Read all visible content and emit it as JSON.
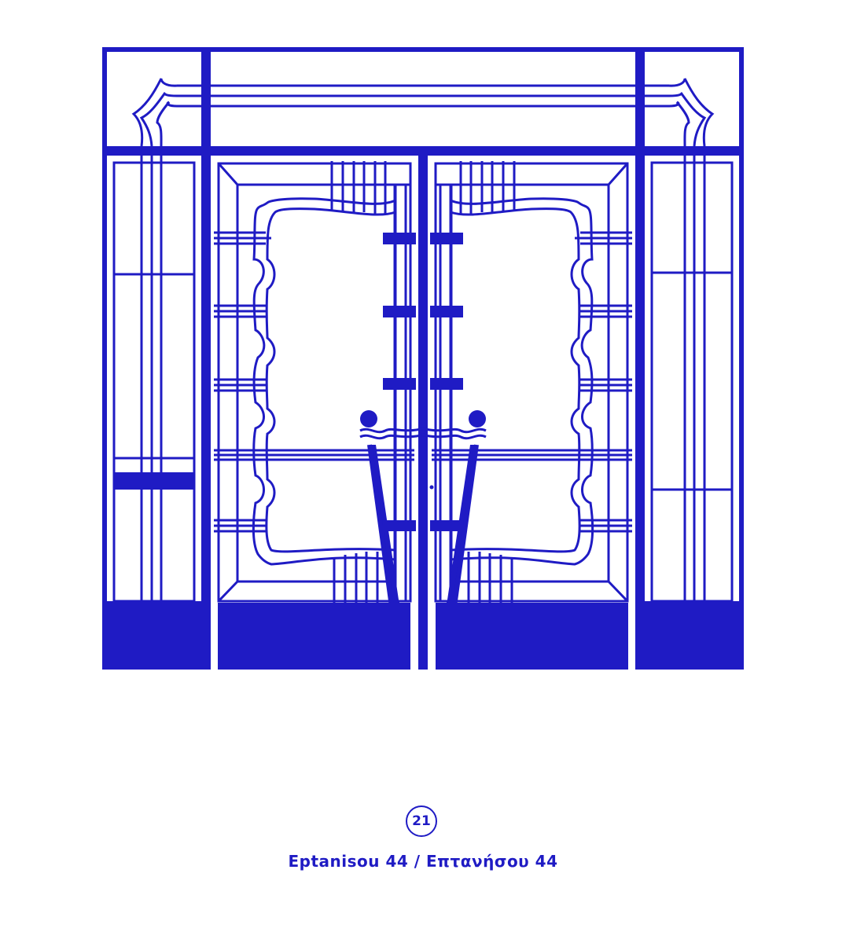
{
  "illustration": {
    "subject": "door-illustration",
    "color": "#1f1bc4"
  },
  "badge": {
    "number": "21"
  },
  "caption": {
    "text": "Eptanisou 44 / Επτανήσου 44"
  }
}
